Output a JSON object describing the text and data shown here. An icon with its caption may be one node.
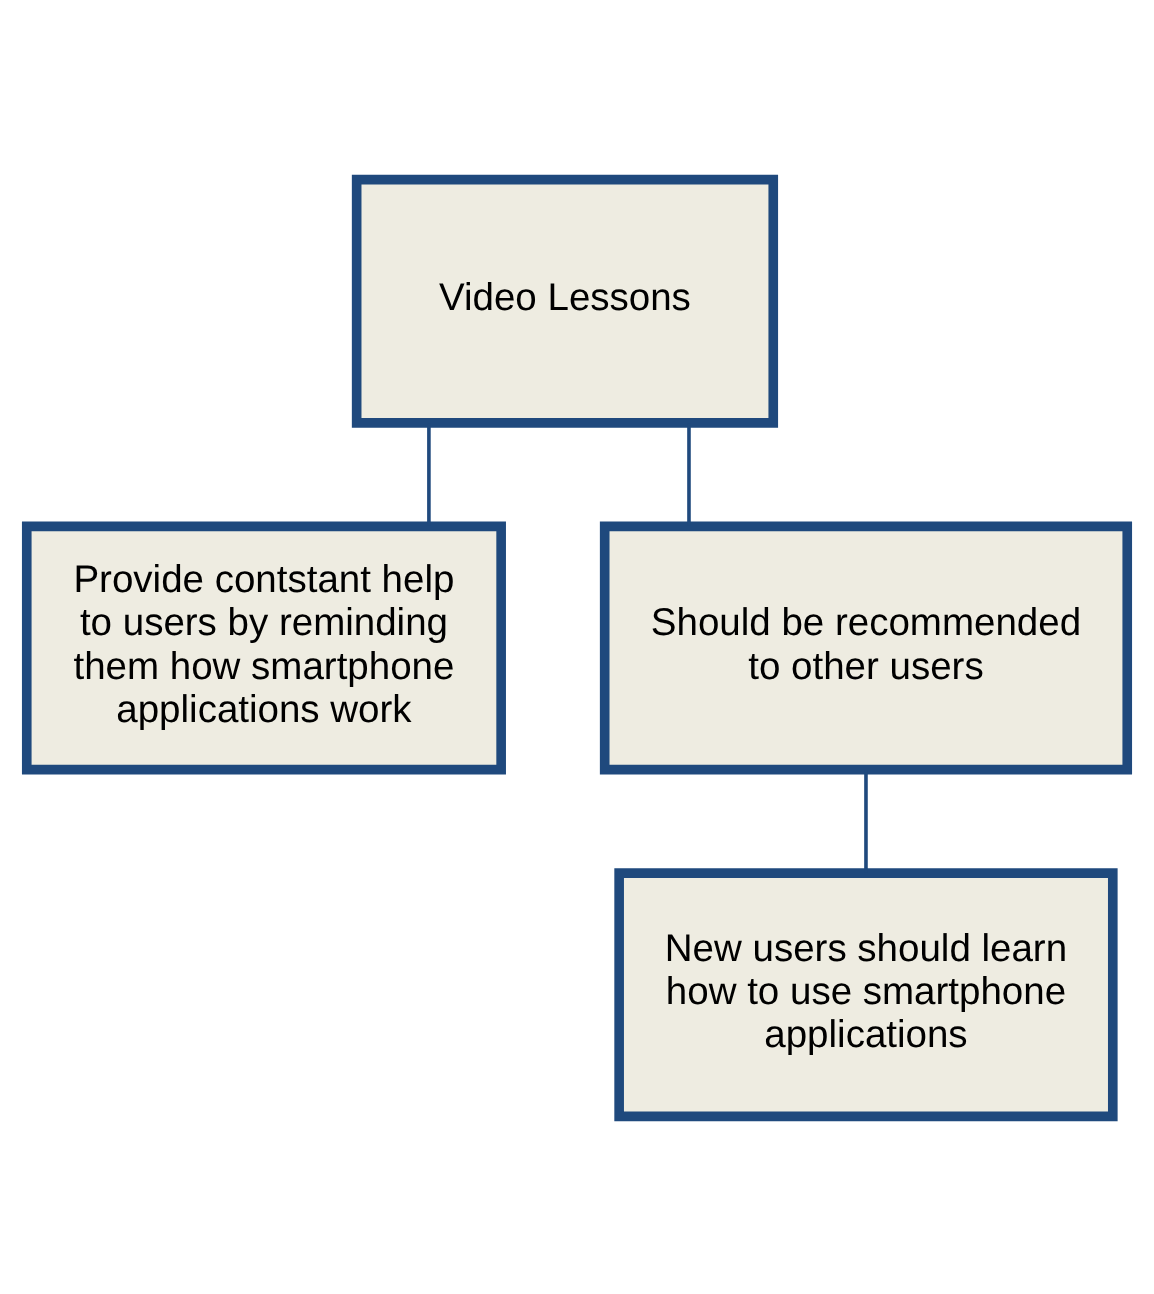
{
  "diagram": {
    "nodes": [
      {
        "text": [
          "Video Lessons"
        ]
      },
      {
        "text": [
          "Provide contstant help to users by reminding them how smartphone applications work"
        ]
      },
      {
        "text": [
          "Should be recommended to other users"
        ]
      },
      {
        "text": [
          "New users should learn how to use smartphone applications"
        ]
      }
    ],
    "edges": [
      {
        "from": 0,
        "to": 1,
        "arrow": "none"
      },
      {
        "from": 0,
        "to": 2,
        "arrow": "none"
      },
      {
        "from": 2,
        "to": 3,
        "arrow": "none"
      }
    ]
  }
}
